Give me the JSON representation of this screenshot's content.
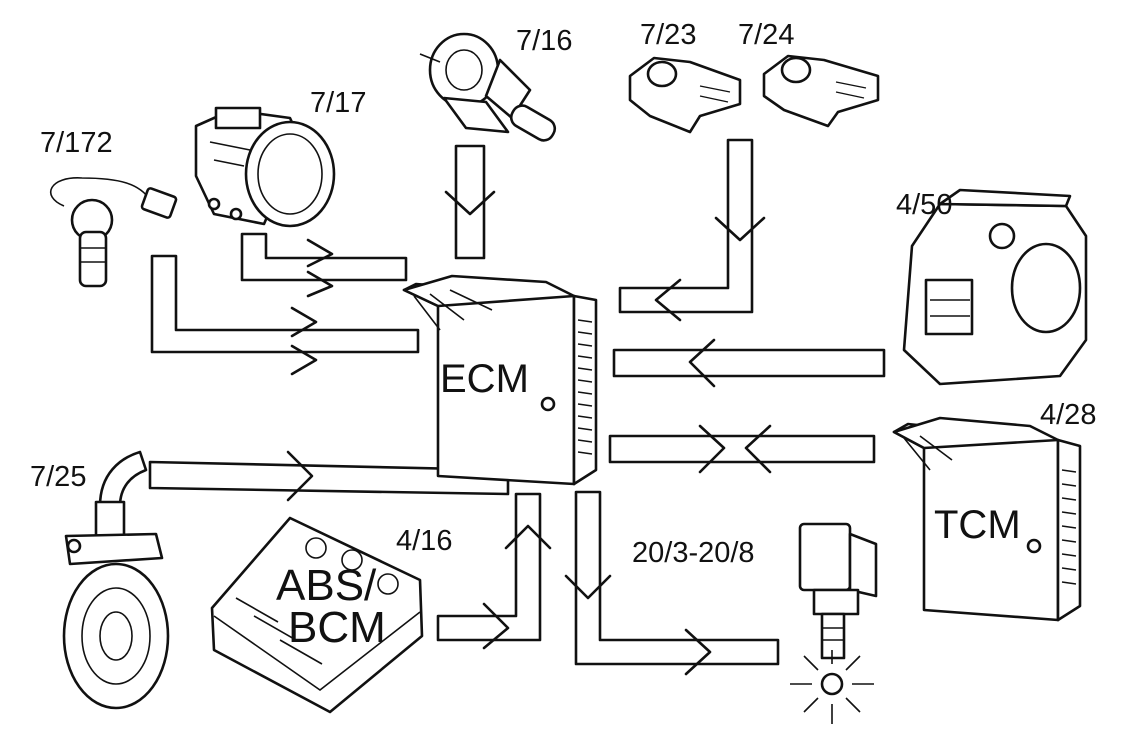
{
  "diagram": {
    "center": "ECM",
    "labels": {
      "crank_sensor": "7/172",
      "maf_sensor": "7/17",
      "temp_sensor": "7/16",
      "knock_sensor_1": "7/23",
      "knock_sensor_2": "7/24",
      "throttle_body": "4/50",
      "tcm_ref": "4/28",
      "cam_sensor": "7/25",
      "abs_bcm_ref": "4/16",
      "ignition_coils": "20/3-20/8"
    },
    "modules": {
      "ecm": "ECM",
      "tcm": "TCM",
      "abs_line1": "ABS/",
      "abs_line2": "BCM"
    }
  }
}
